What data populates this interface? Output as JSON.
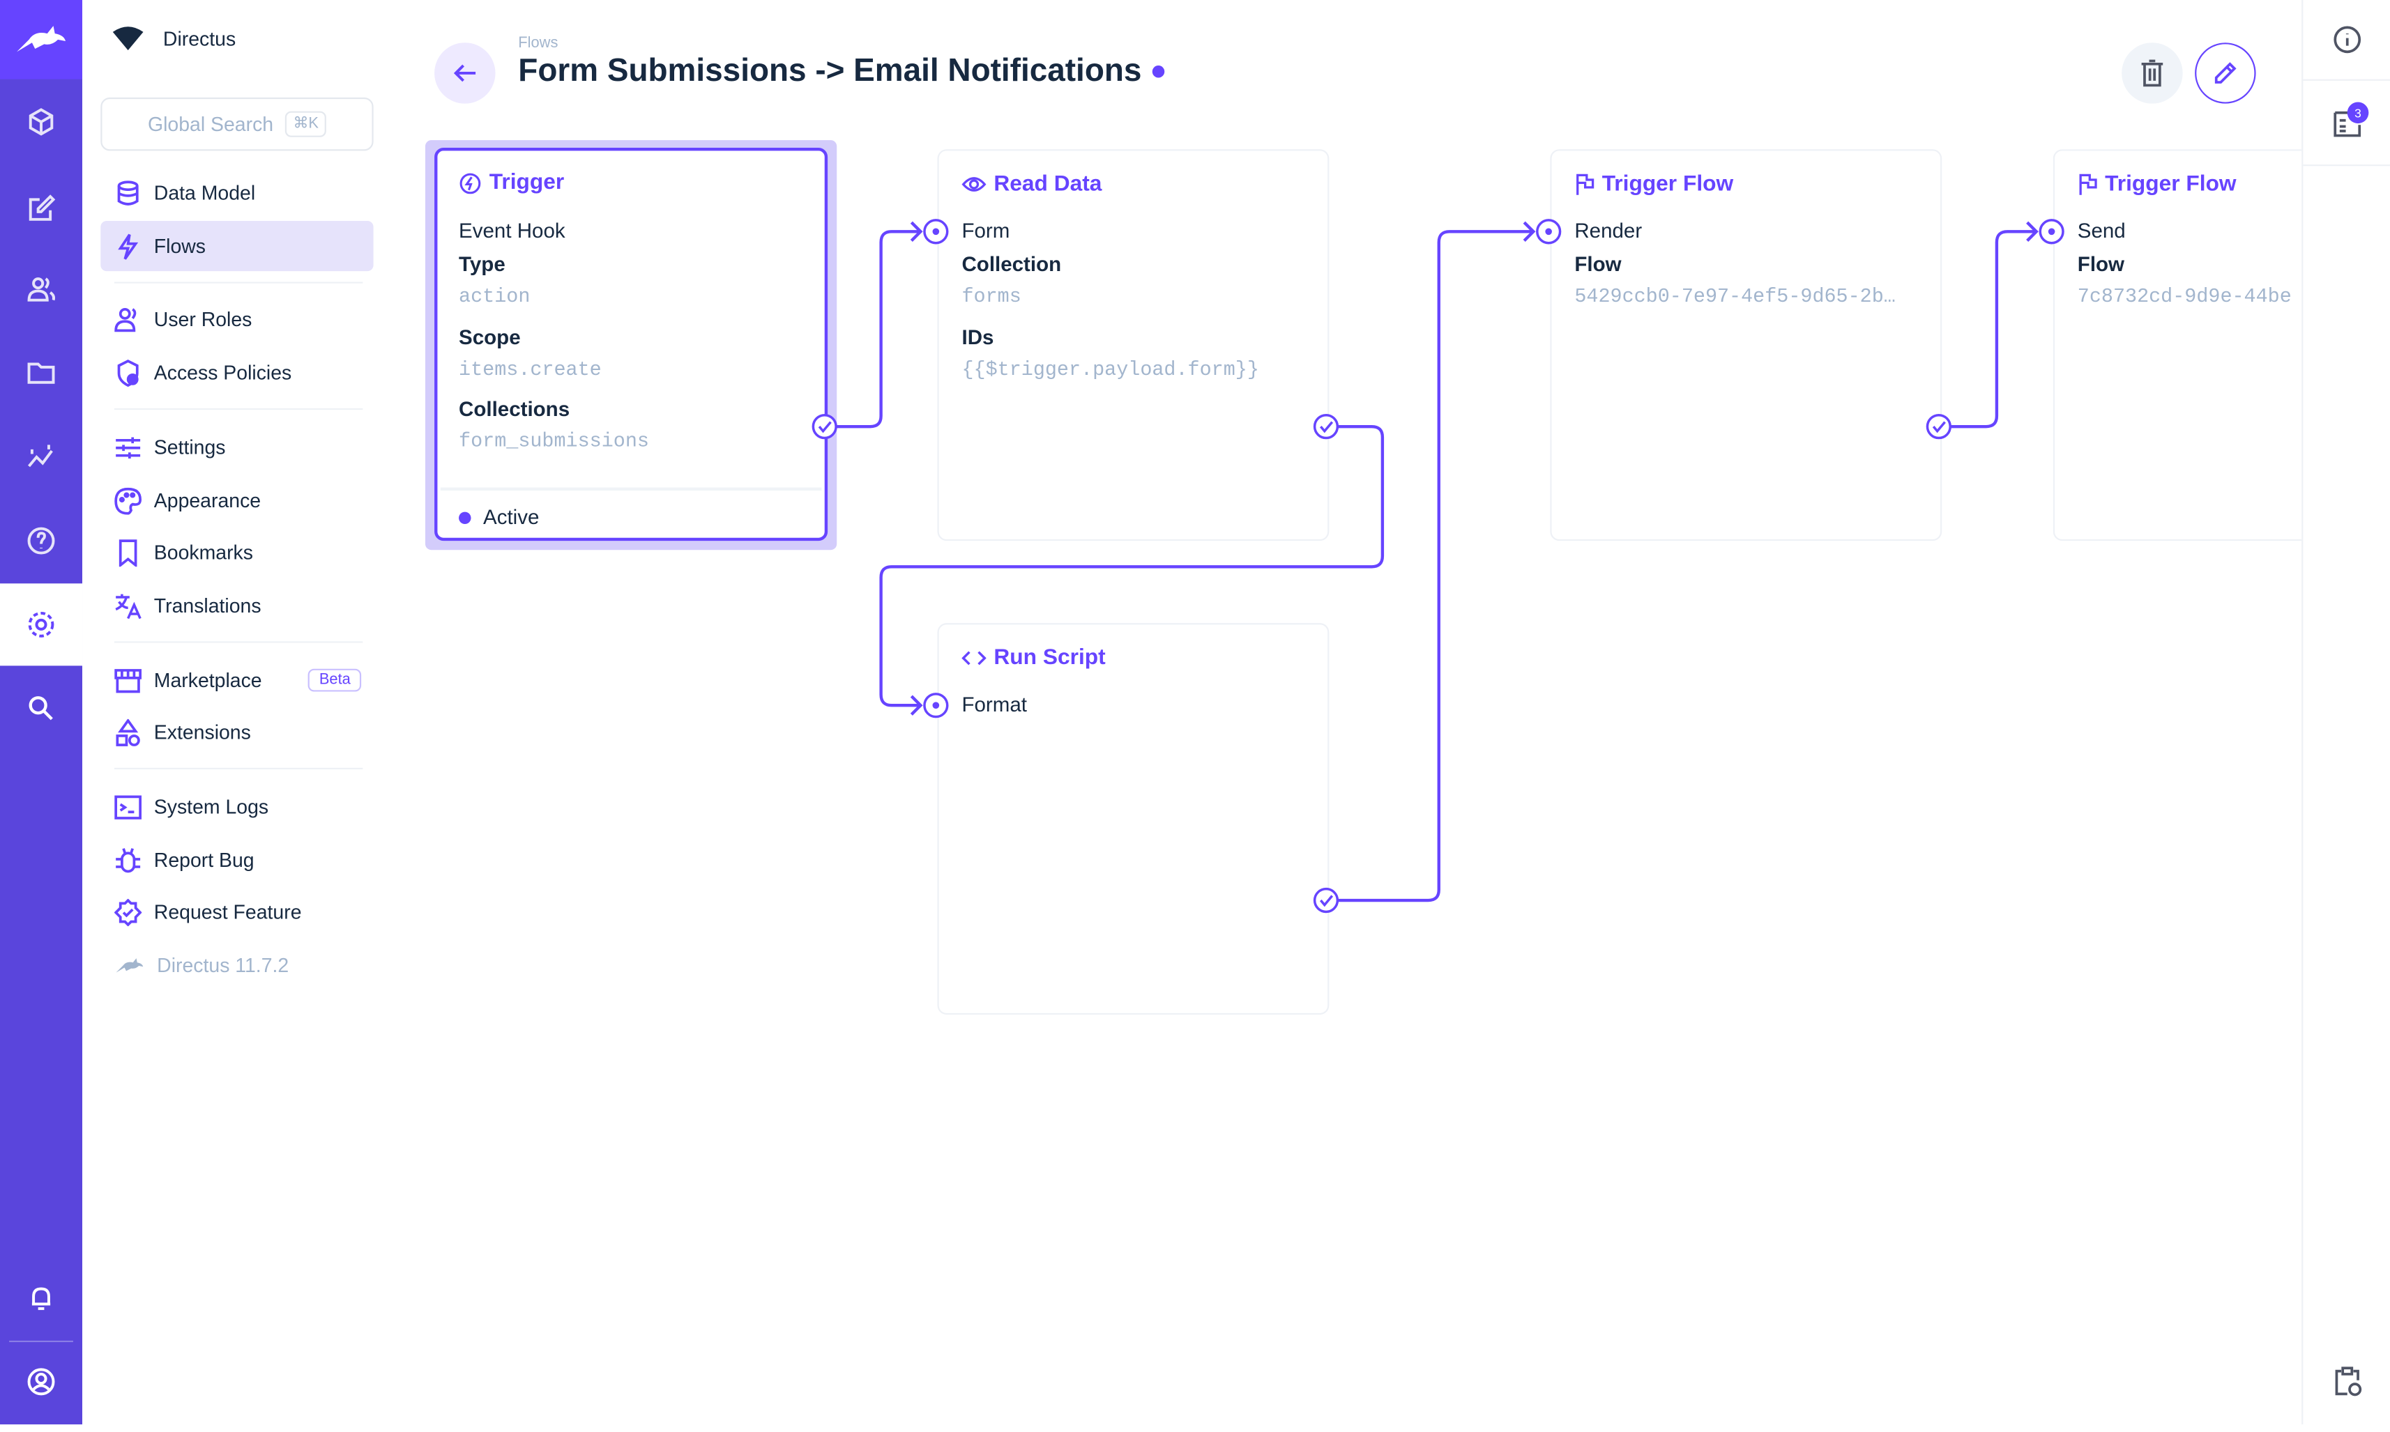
{
  "colors": {
    "accent": "#6644ff",
    "rail": "#5a45dc",
    "selected_bg": "#e6e3fb",
    "muted": "#a2b5cd"
  },
  "rail": {
    "icons": [
      "directus-logo",
      "content-icon",
      "edit-icon",
      "users-icon",
      "files-icon",
      "insights-icon",
      "help-icon",
      "settings-icon",
      "search-icon",
      "bell-icon",
      "user-avatar-icon"
    ]
  },
  "nav": {
    "project": "Directus",
    "search": {
      "placeholder": "Global Search",
      "shortcut": "⌘K"
    },
    "items": [
      {
        "label": "Data Model"
      },
      {
        "label": "Flows",
        "selected": true
      },
      {
        "label": "User Roles"
      },
      {
        "label": "Access Policies"
      },
      {
        "label": "Settings"
      },
      {
        "label": "Appearance"
      },
      {
        "label": "Bookmarks"
      },
      {
        "label": "Translations"
      },
      {
        "label": "Marketplace",
        "badge": "Beta"
      },
      {
        "label": "Extensions"
      },
      {
        "label": "System Logs"
      },
      {
        "label": "Report Bug"
      },
      {
        "label": "Request Feature"
      }
    ],
    "version": "Directus 11.7.2"
  },
  "header": {
    "breadcrumb": "Flows",
    "title": "Form Submissions -> Email Notifications"
  },
  "right": {
    "logs_badge": "3"
  },
  "flow": {
    "trigger": {
      "title": "Trigger",
      "subtitle": "Event Hook",
      "fields": [
        {
          "label": "Type",
          "value": "action"
        },
        {
          "label": "Scope",
          "value": "items.create"
        },
        {
          "label": "Collections",
          "value": "form_submissions"
        }
      ],
      "status": "Active"
    },
    "read": {
      "title": "Read Data",
      "key": "Form",
      "fields": [
        {
          "label": "Collection",
          "value": "forms"
        },
        {
          "label": "IDs",
          "value": "{{$trigger.payload.form}}"
        }
      ]
    },
    "script": {
      "title": "Run Script",
      "key": "Format"
    },
    "tf1": {
      "title": "Trigger Flow",
      "key": "Render",
      "fields": [
        {
          "label": "Flow",
          "value": "5429ccb0-7e97-4ef5-9d65-2b…"
        }
      ]
    },
    "tf2": {
      "title": "Trigger Flow",
      "key": "Send",
      "fields": [
        {
          "label": "Flow",
          "value": "7c8732cd-9d9e-44be"
        }
      ]
    }
  }
}
